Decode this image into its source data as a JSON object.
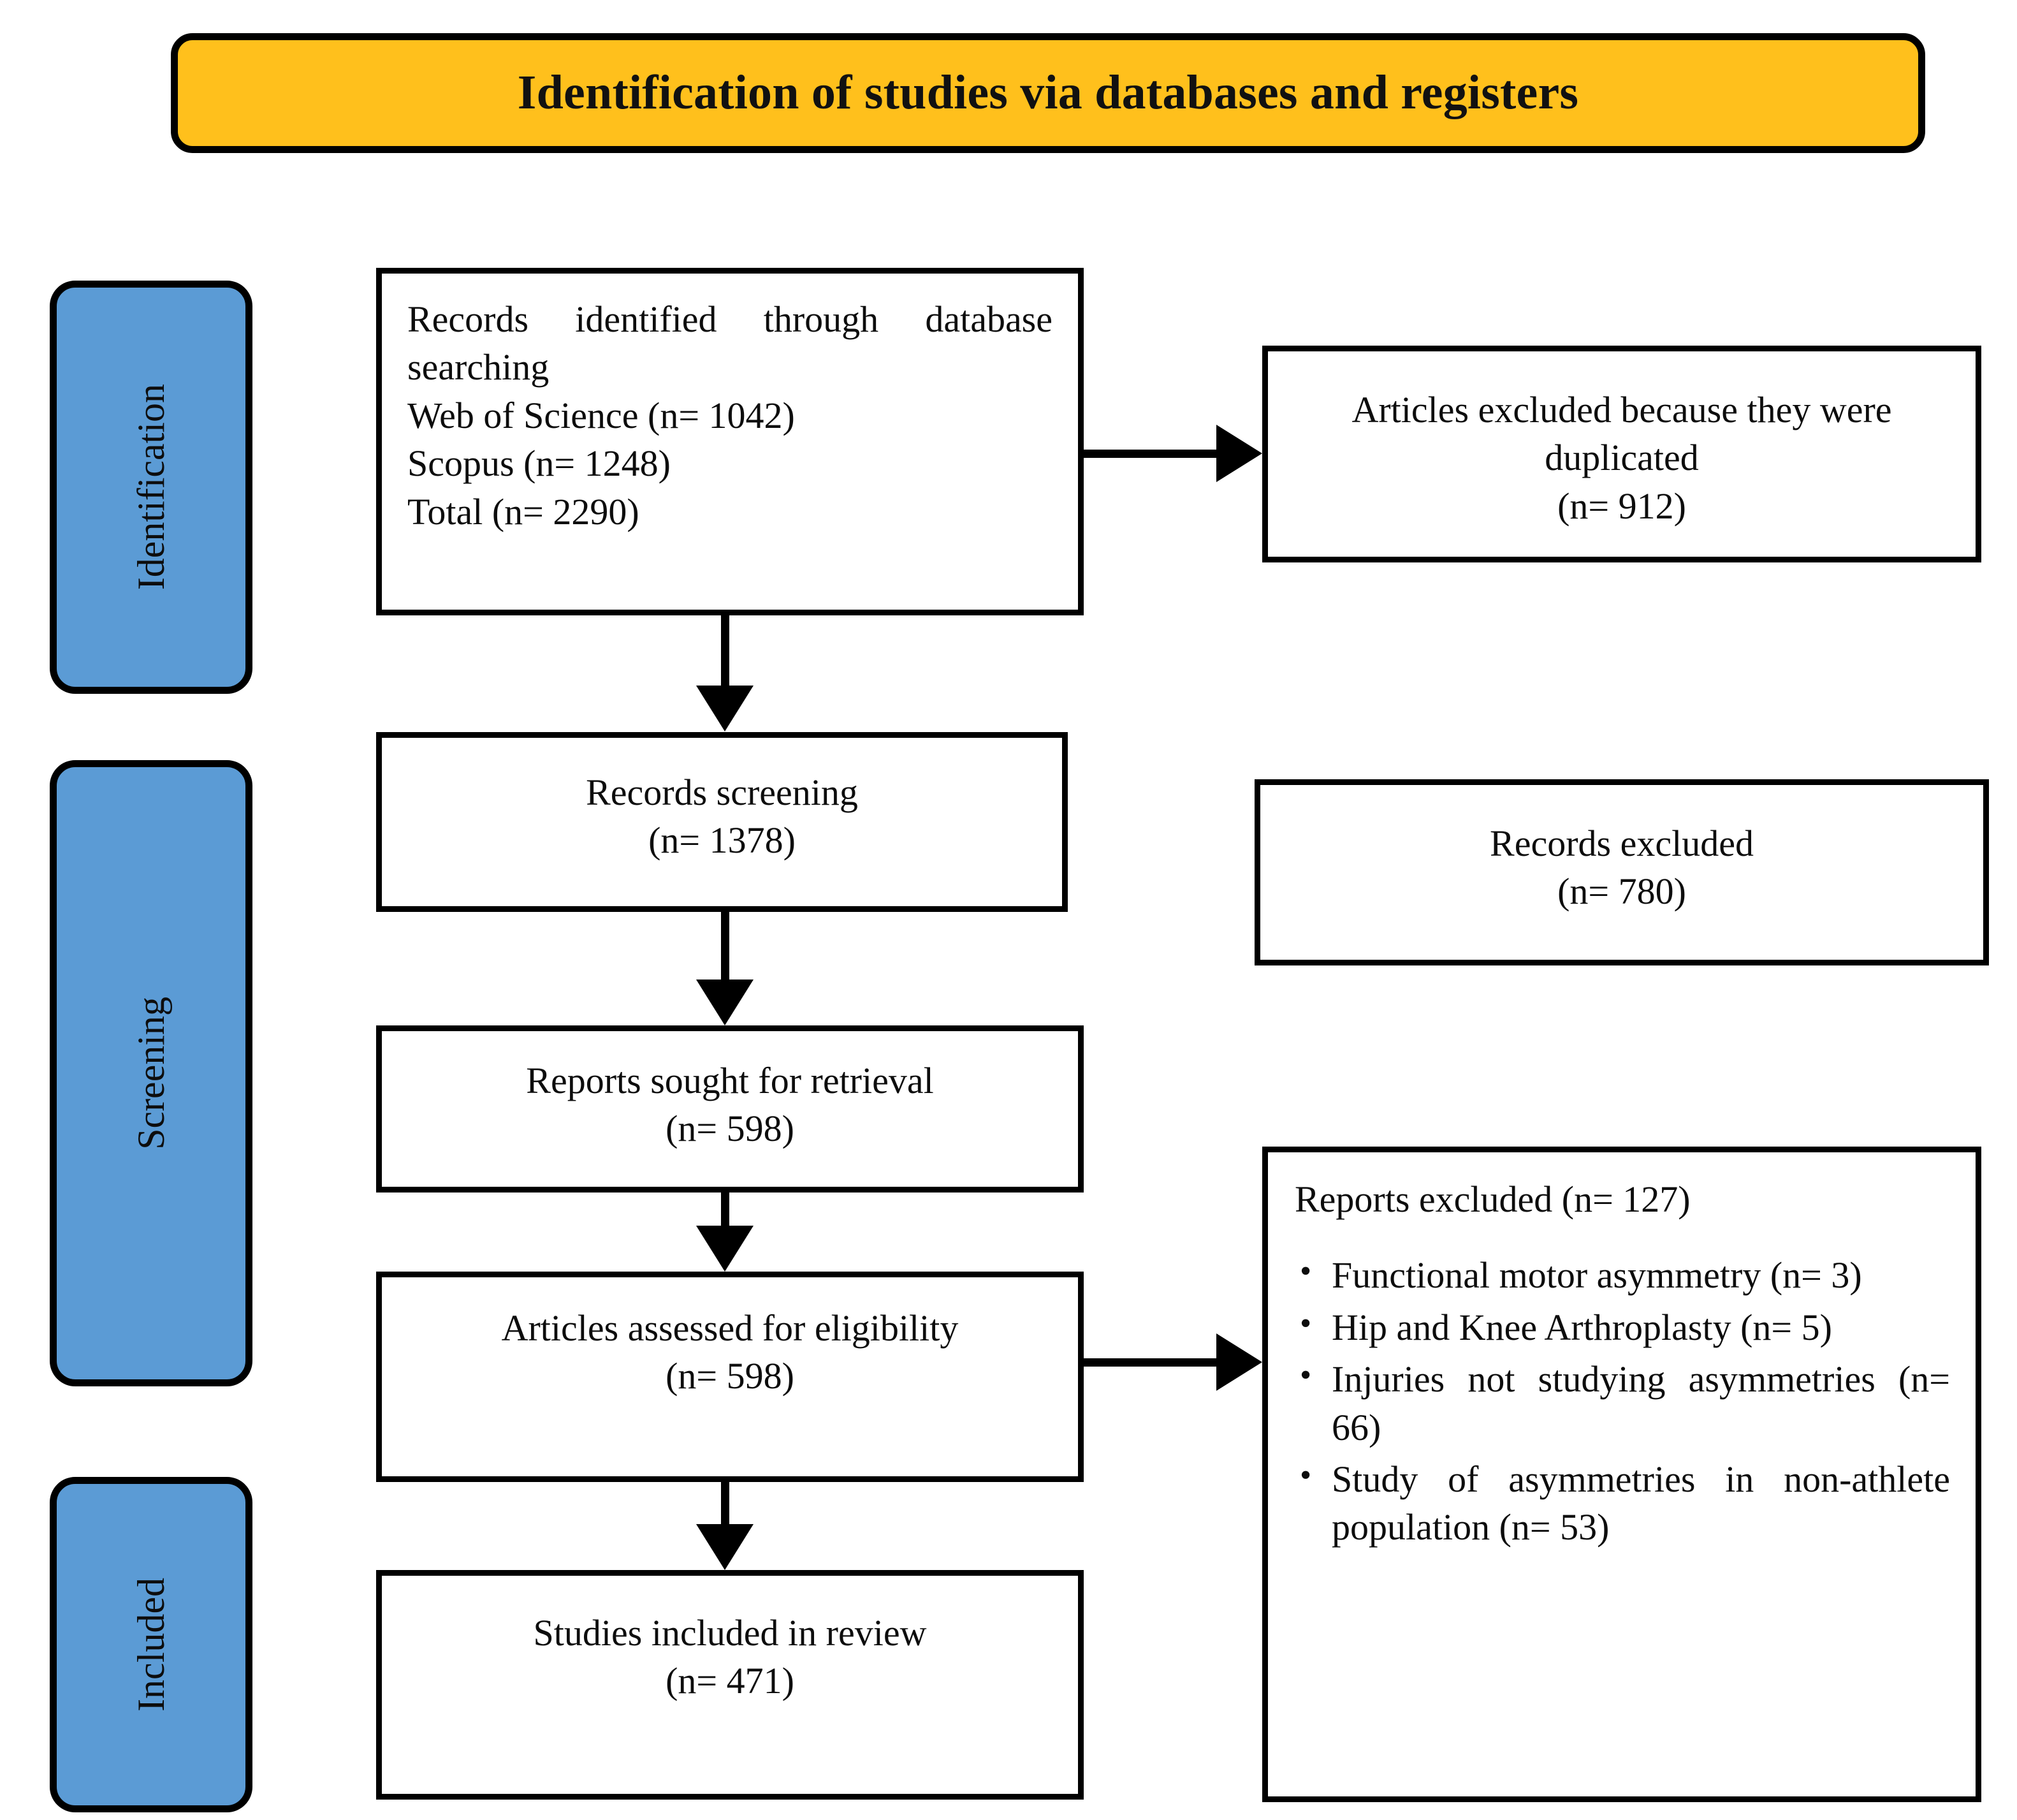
{
  "header": {
    "title": "Identification of studies via databases and registers",
    "background_color": "#FFC01C",
    "border_color": "#000000"
  },
  "stages": {
    "accent_color": "#5B9BD5",
    "items": [
      {
        "id": "identification",
        "label": "Identification"
      },
      {
        "id": "screening",
        "label": "Screening"
      },
      {
        "id": "included",
        "label": "Included"
      }
    ]
  },
  "flow": {
    "records_identified": {
      "line1": "Records identified through database searching",
      "line2": "Web of Science (n= 1042)",
      "line3": "Scopus (n= 1248)",
      "line4": "Total (n= 2290)"
    },
    "articles_duplicated": {
      "line1": "Articles excluded because they were duplicated",
      "line2": "(n= 912)"
    },
    "records_screening": {
      "line1": "Records screening",
      "line2": "(n= 1378)"
    },
    "records_excluded": {
      "line1": "Records excluded",
      "line2": "(n= 780)"
    },
    "reports_sought": {
      "line1": "Reports sought for retrieval",
      "line2": "(n= 598)"
    },
    "articles_assessed": {
      "line1": "Articles assessed for eligibility",
      "line2": "(n= 598)"
    },
    "studies_included": {
      "line1": "Studies included in review",
      "line2": "(n= 471)"
    },
    "reports_excluded": {
      "title": "Reports excluded (n= 127)",
      "bullets": [
        "Functional motor asymmetry (n= 3)",
        "Hip and Knee Arthroplasty (n= 5)",
        "Injuries not studying asymmetries (n= 66)",
        "Study of asymmetries in non-athlete population (n= 53)"
      ]
    }
  },
  "connectors": [
    {
      "id": "identified-to-duplicated",
      "type": "arrow-right",
      "from": "records_identified",
      "to": "articles_duplicated"
    },
    {
      "id": "identified-to-screening",
      "type": "arrow-down",
      "from": "records_identified",
      "to": "records_screening"
    },
    {
      "id": "screening-to-sought",
      "type": "arrow-down",
      "from": "records_screening",
      "to": "reports_sought"
    },
    {
      "id": "sought-to-assessed",
      "type": "arrow-down",
      "from": "reports_sought",
      "to": "articles_assessed"
    },
    {
      "id": "assessed-to-reports-excluded",
      "type": "arrow-right",
      "from": "articles_assessed",
      "to": "reports_excluded"
    },
    {
      "id": "assessed-to-included",
      "type": "arrow-down",
      "from": "articles_assessed",
      "to": "studies_included"
    }
  ]
}
